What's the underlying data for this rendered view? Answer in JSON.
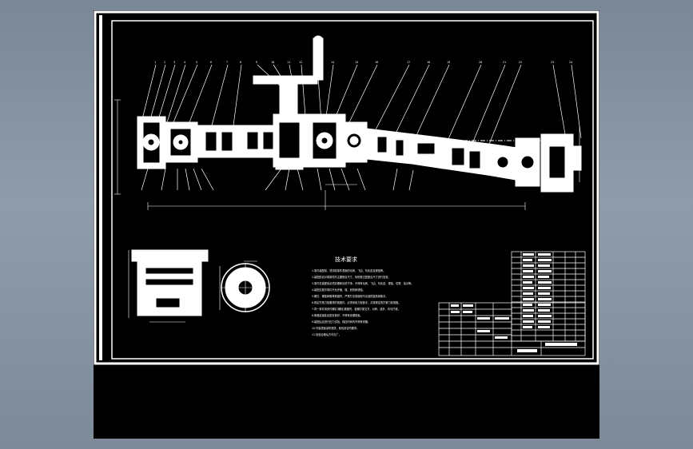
{
  "drawing": {
    "notes_heading": "技术要求",
    "notes": [
      "1.零件装配前，须清除零件表面的毛刺、飞边、氧化皮及锈蚀等。",
      "2.装配前应对零部件的主要配合尺寸，特别是过盈配合尺寸进行复查。",
      "3.零件在装配前必须清理和清洗干净，不得有毛刺、飞边、氧化皮、锈蚀、切屑、油污等。",
      "4.装配过程中零件不允许磕、碰、划伤和锈蚀。",
      "5.螺钉、螺栓和螺母紧固时，严禁打击或使用不合适的旋具和扳手。",
      "6.规定拧紧力矩要求的紧固件，必须采用力矩扳手，并按规定的拧紧力矩紧固。",
      "7.同一零件用多件螺钉(螺栓)紧固时，各螺钉需交叉、对称、逐步、均匀拧紧。",
      "8.管路连接处应密封良好，不得有渗漏现象。",
      "9.装配后应进行压力试验，保压时间内不得有泄漏。",
      "10.外露表面涂防锈漆，颜色按合同要求。",
      "11.检验合格后方可出厂。"
    ]
  },
  "colors": {
    "background": "#8a97a5",
    "sheet": "#000000",
    "lines": "#ffffff"
  }
}
